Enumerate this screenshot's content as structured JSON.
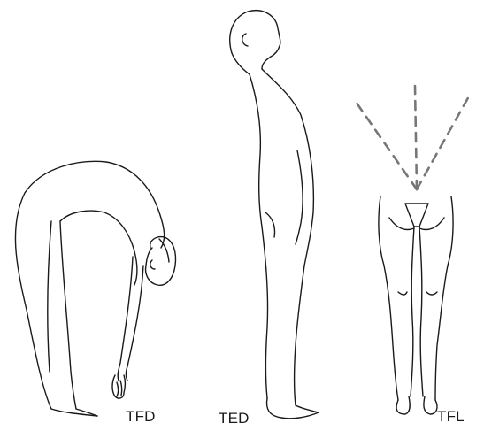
{
  "figures": [
    {
      "id": "flexion",
      "label": "TFD"
    },
    {
      "id": "extension",
      "label": "TED"
    },
    {
      "id": "lateral",
      "label": "TFL"
    }
  ],
  "colors": {
    "line": "#1a1a1a",
    "dash": "#777777",
    "background": "#ffffff"
  }
}
